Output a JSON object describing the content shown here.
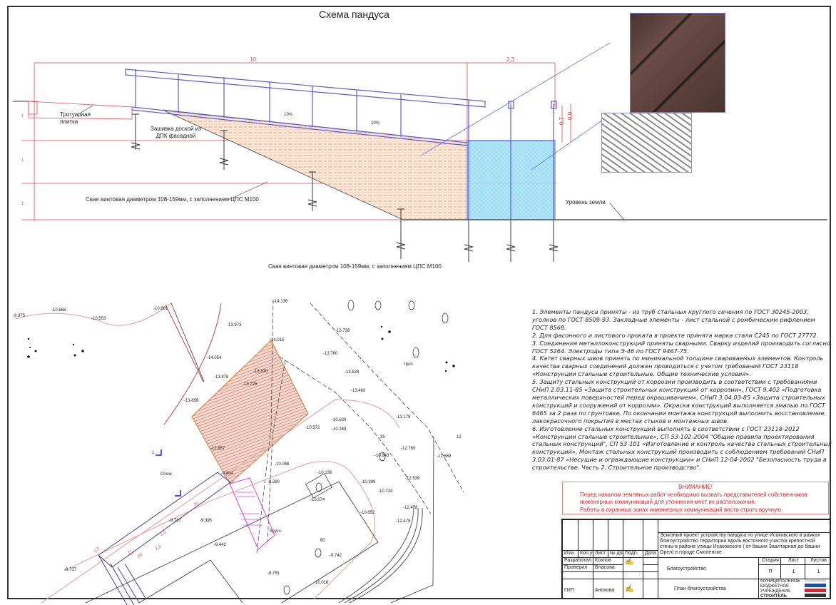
{
  "section": {
    "title": "Схема пандуса",
    "dim_length": "10",
    "dim_platform": "2,3",
    "dim_h1": "0,7",
    "dim_h2": "0,9",
    "slope_1": "10%",
    "slope_2": "10%",
    "level_marks": [
      "1",
      "1",
      "1"
    ],
    "label_paving": "Тротуарная плитка",
    "label_cladding": "Зашивка доской из ДПК фасадной",
    "label_pile_1": "Свая винтовая диаметром 108-159мм, с заполнением ЦПС М100",
    "label_pile_2": "Свая винтовая диаметром 108-159мм, с заполнением ЦПС М100",
    "label_ground": "Уровень земли"
  },
  "plan": {
    "elevations": [
      "-9.975",
      "-10.568",
      "-10.553",
      "-10.861",
      "-14.136",
      "-13.973",
      "-13.738",
      "-14.015",
      "-14.054",
      "-13.760",
      "-13.830",
      "-13.878",
      "-13.725",
      "-13.538",
      "-13.463",
      "-13.856",
      "-13.179",
      "-10.629",
      "-10.572",
      "-10.263",
      "-12.857",
      "-10.843",
      "-12.760",
      "-12.689",
      "-10.088",
      "-10.136",
      "-10.399",
      "-9.804",
      "-10.734",
      "-12.539",
      "-8.280",
      "-10.074",
      "-9.787",
      "-9.395",
      "-10.652",
      "-12.478",
      "-12.478",
      "-9.442",
      "-9.742",
      "-8.737",
      "-9.751",
      "-10.018"
    ],
    "label_slope": "Откос",
    "label_paving": "брусч.",
    "label_path": "троп.",
    "tree_35": "35",
    "tree_80": "80",
    "mark_12": "12",
    "dim_10a": "10",
    "dim_10b": "10",
    "dim_15": "1,5",
    "dim_23": "2,3",
    "dim_22a": "2,2",
    "dim_22b": "2,2",
    "section_mark": "1"
  },
  "notes": [
    "1. Элементы пандуса приняты - из труб стальных круглого сечения по ГОСТ 30245-2003, уголков по ГОСТ 8509-93. Закладные элементы - лист стальной с ромбическим рифлением ГОСТ 8568.",
    "2. Для фасонного и листового проката в проекте принята марка стали С245 по ГОСТ 27772.",
    "3. Соединения металлоконструкций приняты сварными. Сварку изделий производить согласно ГОСТ 5264. Электроды типа Э-46 по ГОСТ 9467-75.",
    "4. Катет сварных швов принять по минимальной толщине свариваемых элементов. Контроль качества сварных соединений должен проводиться с учетом требований ГОСТ 23118 «Конструкции стальные строительные. Общие технические условия».",
    "5. Защиту стальных конструкций от коррозии производить в соответствии с требованиями СНиП 2.03.11-85 «Защита строительных конструкций от коррозии», ГОСТ 9.402 «Подготовка металлических поверхностей перед окрашиванием», СНиП 3.04.03-85 «Защита строительных конструкций и сооружений от коррозии». Окраска конструкций выполняется эмалью по ГОСТ 6465 за 2 раза по грунтовке. По окончании монтажа конструкций выполнить восстановление лакокрасочного покрытия в местах стыков и монтажных швов.",
    "6. Изготовление стальных конструкций выполнять в соответствии с ГОСТ 23118-2012 «Конструкции стальные строительные», СП 53-102-2004 \"Общие правила проектирования стальных конструкций\", СП 53-101 «Изготовление и контроль качества стальных строительных конструкций», Монтаж стальных конструкций производить с соблюдением требований СНиП 3.03.01-87 «Несущие и ограждающие конструкции» и СНиП 12-04-2002 \"Безопасность труда в строительстве. Часть 2. Строительное производство\"."
  ],
  "warning": {
    "title": "ВНИМАНИЕ!",
    "line1": "Перед началом земляных работ необходимо вызвать представителей собственников",
    "line2": "инженерных коммуникаций для уточнения мест их расположения.",
    "line3": "Работы в охранных зонах инженерных коммуникаций вести строго вручную."
  },
  "title_block": {
    "col_headers": [
      "Изм.",
      "Кол.уч",
      "Лист",
      "№ док",
      "Подп.",
      "Дата"
    ],
    "developed_label": "Разработал",
    "developed_name": "Козлов",
    "checked_label": "Проверил",
    "checked_name": "Власова",
    "gip_label": "ГИП",
    "gip_name": "Анохова",
    "project_title": "Эскизный проект устройству пандуса по улице Исаковского в рамках благоустройство территории вдоль восточного участка крепостной стены в районе улицы Исаковского ( от башни Заалтарная до башни Орел) в городе Смоленске",
    "section_name": "Благоустройство",
    "sheet_name": "План благоустройства",
    "stage_label": "Стадия",
    "sheet_label": "Лист",
    "sheets_label": "Листов",
    "stage": "П",
    "sheet": "1",
    "sheets": "1",
    "org": [
      "МУНИЦИПАЛЬНОЕ",
      "БЮДЖЕТНОЕ",
      "УЧРЕЖДЕНИЕ",
      "СТРОИТЕЛЬ"
    ]
  },
  "colors": {
    "dim": "#e8434a",
    "steel": "#5a5adf",
    "hatch": "#e0884a",
    "glass": "#9fe0f5",
    "warning": "#e5202a"
  }
}
